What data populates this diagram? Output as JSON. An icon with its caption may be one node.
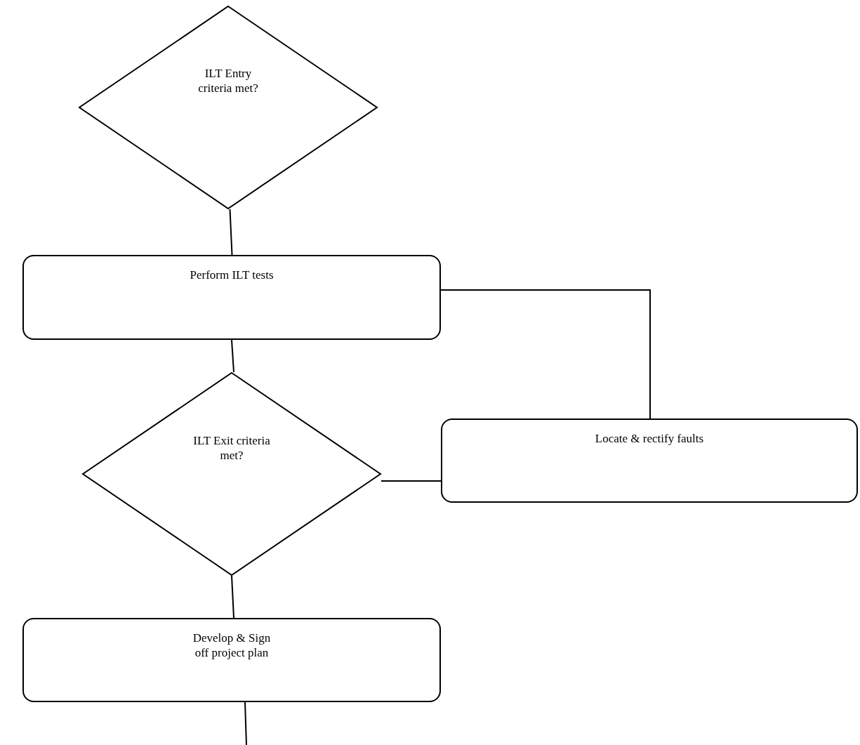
{
  "diagram": {
    "nodes": [
      {
        "text": [
          "ILT Entry criteria met?"
        ]
      },
      {
        "text": [
          "Perform ILT tests"
        ]
      },
      {
        "text": [
          "ILT Exit criteria met?"
        ]
      },
      {
        "text": [
          "Locate & rectify faults"
        ]
      },
      {
        "text": [
          "Develop & Sign off project plan"
        ]
      }
    ],
    "edges": [
      {
        "from": 0,
        "to": 1,
        "arrow": "none"
      },
      {
        "from": 1,
        "to": 2,
        "arrow": "none"
      },
      {
        "from": 2,
        "to": 3,
        "arrow": "none"
      },
      {
        "from": 3,
        "to": 1,
        "arrow": "none"
      },
      {
        "from": 2,
        "to": 4,
        "arrow": "none"
      },
      {
        "from": 4,
        "to": null,
        "arrow": "none"
      }
    ]
  }
}
